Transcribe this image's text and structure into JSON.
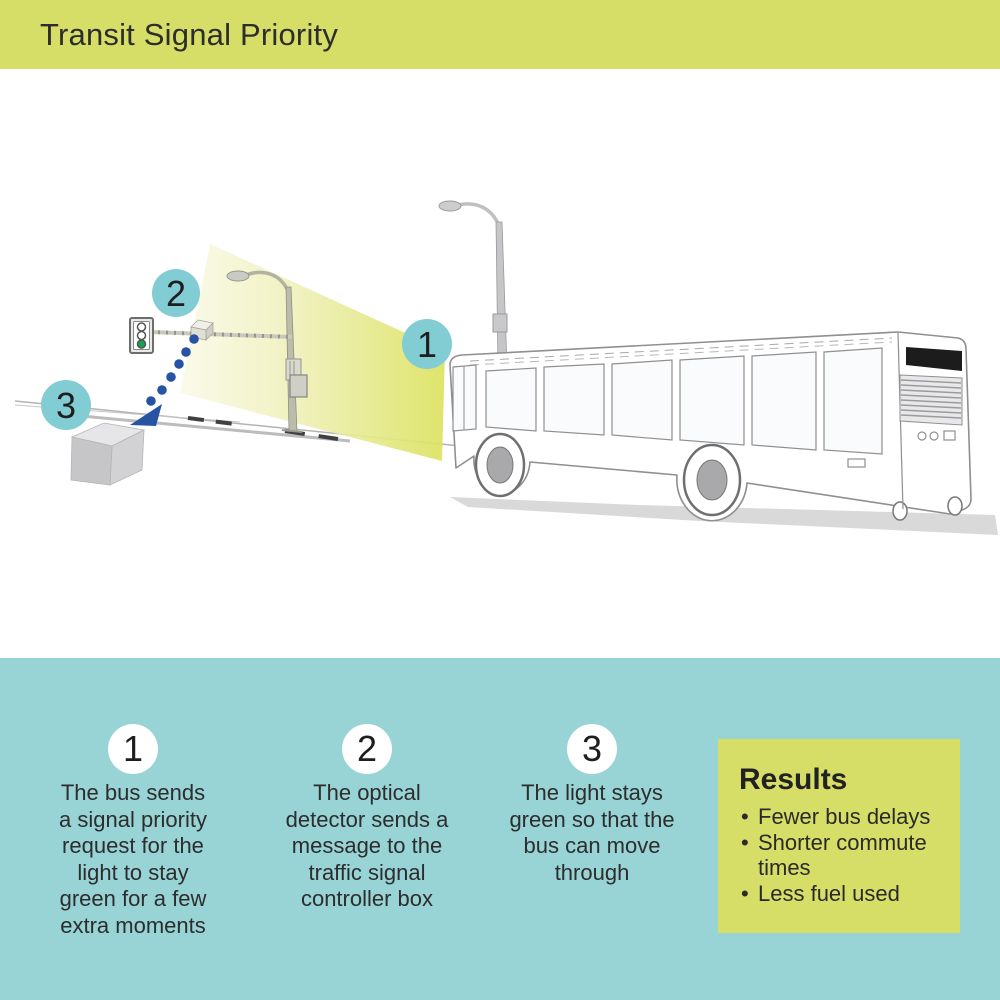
{
  "header": {
    "title": "Transit Signal Priority"
  },
  "diagram": {
    "markers": [
      {
        "label": "1"
      },
      {
        "label": "2"
      },
      {
        "label": "3"
      }
    ],
    "traffic_light_state": "green"
  },
  "steps": [
    {
      "number": "1",
      "text": "The bus sends\na signal priority\nrequest for the\nlight to stay\ngreen for a few\nextra moments"
    },
    {
      "number": "2",
      "text": "The optical\ndetector sends a\nmessage to the\ntraffic signal\ncontroller box"
    },
    {
      "number": "3",
      "text": "The light stays\ngreen so that the\nbus can move\nthrough"
    }
  ],
  "results": {
    "heading": "Results",
    "items": [
      "Fewer bus delays",
      "Shorter commute\ntimes",
      "Less fuel used"
    ]
  },
  "colors": {
    "banner": "#d7de67",
    "legend_background": "#98d3d6",
    "marker_circle": "#82cdd3",
    "beam_strong": "#dce25f",
    "beam_pale": "#fafae9",
    "arrow_blue": "#2753a4",
    "signal_green": "#17a253",
    "text_dark": "#2d2d2d"
  }
}
